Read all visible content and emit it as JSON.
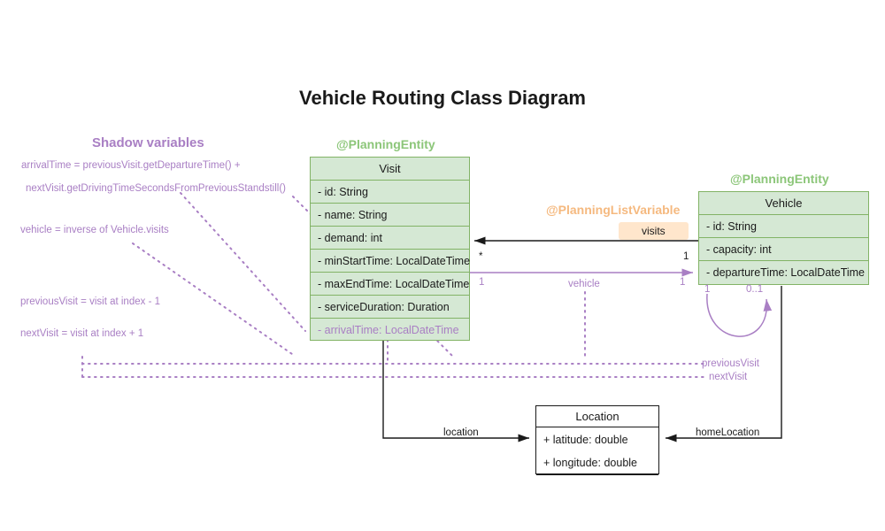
{
  "title": "Vehicle Routing Class Diagram",
  "colors": {
    "entity_fill": "#d5e8d4",
    "entity_border": "#82b366",
    "stereotype_green": "#8cc679",
    "stereotype_orange": "#f5b97f",
    "shadow_purple": "#a97fc4",
    "chip_fill": "#ffe6cc",
    "plain_border": "#1a1a1a"
  },
  "stereotypes": {
    "visit": "@PlanningEntity",
    "vehicle": "@PlanningEntity",
    "list_variable": "@PlanningListVariable"
  },
  "classes": {
    "visit": {
      "name": "Visit",
      "fields": [
        "- id: String",
        "- name: String",
        "- demand: int",
        "- minStartTime: LocalDateTime",
        "- maxEndTime: LocalDateTime",
        "- serviceDuration: Duration",
        "- arrivalTime: LocalDateTime"
      ]
    },
    "vehicle": {
      "name": "Vehicle",
      "fields": [
        "- id: String",
        "- capacity: int",
        "- departureTime: LocalDateTime"
      ]
    },
    "location": {
      "name": "Location",
      "fields": [
        "+ latitude: double",
        "+ longitude: double"
      ]
    }
  },
  "shadow_panel": {
    "heading": "Shadow variables",
    "notes": [
      "arrivalTime = previousVisit.getDepartureTime() +",
      "nextVisit.getDrivingTimeSecondsFromPreviousStandstill()",
      "vehicle = inverse of Vehicle.visits",
      "previousVisit = visit at index - 1",
      "nextVisit = visit at index + 1"
    ]
  },
  "edges": {
    "visits": {
      "label": "visits",
      "source_multiplicity": "*",
      "target_multiplicity": "1"
    },
    "vehicle": {
      "label": "vehicle",
      "source_multiplicity": "1",
      "target_multiplicity": "1"
    },
    "previous_visit": {
      "label": "previousVisit",
      "source_multiplicity": "1",
      "target_multiplicity": "0..1"
    },
    "next_visit": {
      "label": "nextVisit"
    },
    "location": {
      "label": "location"
    },
    "home_location": {
      "label": "homeLocation"
    }
  }
}
